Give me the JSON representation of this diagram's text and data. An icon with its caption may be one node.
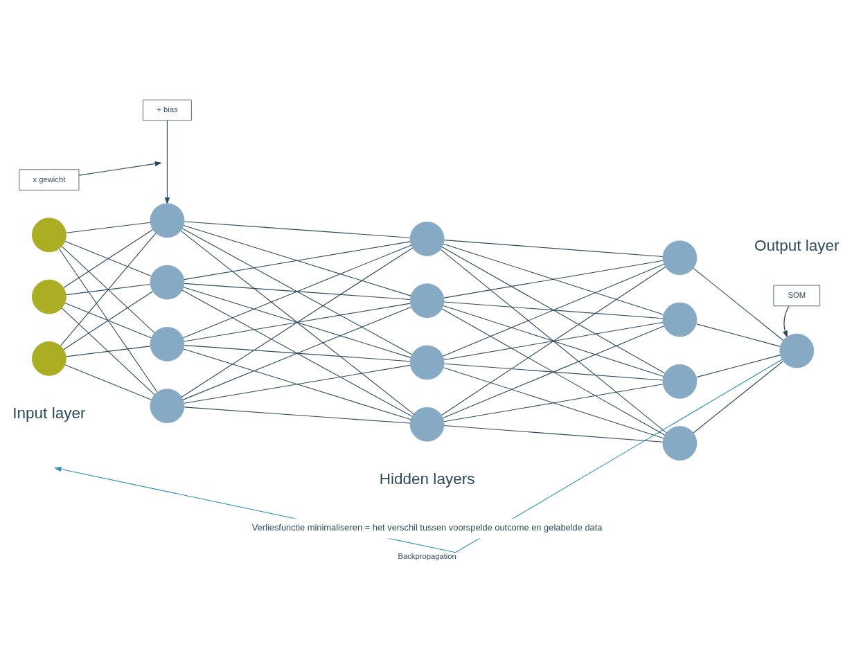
{
  "diagram": {
    "nodes": [
      {
        "text": [
          "x gewicht"
        ]
      },
      {
        "text": [
          "+ bias"
        ]
      },
      {
        "text": [
          "SOM"
        ]
      },
      {
        "text": [],
        "shape": "circle"
      },
      {
        "text": [],
        "shape": "circle"
      },
      {
        "text": [],
        "shape": "circle"
      },
      {
        "text": [],
        "shape": "circle"
      },
      {
        "text": [],
        "shape": "circle"
      },
      {
        "text": [],
        "shape": "circle"
      },
      {
        "text": [],
        "shape": "circle"
      },
      {
        "text": [],
        "shape": "circle"
      },
      {
        "text": [],
        "shape": "circle"
      },
      {
        "text": [],
        "shape": "circle"
      },
      {
        "text": [],
        "shape": "circle"
      },
      {
        "text": [],
        "shape": "circle"
      },
      {
        "text": [],
        "shape": "circle"
      },
      {
        "text": [],
        "shape": "circle"
      },
      {
        "text": [],
        "shape": "circle"
      },
      {
        "text": [],
        "shape": "circle"
      }
    ],
    "edges": [
      {
        "from": 0,
        "to": null,
        "arrow": "to"
      },
      {
        "from": 1,
        "to": 6,
        "arrow": "to"
      },
      {
        "from": 2,
        "to": 18,
        "arrow": "to"
      },
      {
        "from": 3,
        "to": 6,
        "arrow": "none"
      },
      {
        "from": 3,
        "to": 7,
        "arrow": "none"
      },
      {
        "from": 3,
        "to": 8,
        "arrow": "none"
      },
      {
        "from": 3,
        "to": 9,
        "arrow": "none"
      },
      {
        "from": 4,
        "to": 6,
        "arrow": "none"
      },
      {
        "from": 4,
        "to": 7,
        "arrow": "none"
      },
      {
        "from": 4,
        "to": 8,
        "arrow": "none"
      },
      {
        "from": 4,
        "to": 9,
        "arrow": "none"
      },
      {
        "from": 5,
        "to": 6,
        "arrow": "none"
      },
      {
        "from": 5,
        "to": 7,
        "arrow": "none"
      },
      {
        "from": 5,
        "to": 8,
        "arrow": "none"
      },
      {
        "from": 5,
        "to": 9,
        "arrow": "none"
      },
      {
        "from": 6,
        "to": 10,
        "arrow": "none"
      },
      {
        "from": 6,
        "to": 11,
        "arrow": "none"
      },
      {
        "from": 6,
        "to": 12,
        "arrow": "none"
      },
      {
        "from": 6,
        "to": 13,
        "arrow": "none"
      },
      {
        "from": 7,
        "to": 10,
        "arrow": "none"
      },
      {
        "from": 7,
        "to": 11,
        "arrow": "none"
      },
      {
        "from": 7,
        "to": 12,
        "arrow": "none"
      },
      {
        "from": 7,
        "to": 13,
        "arrow": "none"
      },
      {
        "from": 8,
        "to": 10,
        "arrow": "none"
      },
      {
        "from": 8,
        "to": 11,
        "arrow": "none"
      },
      {
        "from": 8,
        "to": 12,
        "arrow": "none"
      },
      {
        "from": 8,
        "to": 13,
        "arrow": "none"
      },
      {
        "from": 9,
        "to": 10,
        "arrow": "none"
      },
      {
        "from": 9,
        "to": 11,
        "arrow": "none"
      },
      {
        "from": 9,
        "to": 12,
        "arrow": "none"
      },
      {
        "from": 9,
        "to": 13,
        "arrow": "none"
      },
      {
        "from": 10,
        "to": 14,
        "arrow": "none"
      },
      {
        "from": 10,
        "to": 15,
        "arrow": "none"
      },
      {
        "from": 10,
        "to": 16,
        "arrow": "none"
      },
      {
        "from": 10,
        "to": 17,
        "arrow": "none"
      },
      {
        "from": 11,
        "to": 14,
        "arrow": "none"
      },
      {
        "from": 11,
        "to": 15,
        "arrow": "none"
      },
      {
        "from": 11,
        "to": 16,
        "arrow": "none"
      },
      {
        "from": 11,
        "to": 17,
        "arrow": "none"
      },
      {
        "from": 12,
        "to": 14,
        "arrow": "none"
      },
      {
        "from": 12,
        "to": 15,
        "arrow": "none"
      },
      {
        "from": 12,
        "to": 16,
        "arrow": "none"
      },
      {
        "from": 12,
        "to": 17,
        "arrow": "none"
      },
      {
        "from": 13,
        "to": 14,
        "arrow": "none"
      },
      {
        "from": 13,
        "to": 15,
        "arrow": "none"
      },
      {
        "from": 13,
        "to": 16,
        "arrow": "none"
      },
      {
        "from": 13,
        "to": 17,
        "arrow": "none"
      },
      {
        "from": 14,
        "to": 18,
        "arrow": "none"
      },
      {
        "from": 15,
        "to": 18,
        "arrow": "none"
      },
      {
        "from": 16,
        "to": 18,
        "arrow": "none"
      },
      {
        "from": 17,
        "to": 18,
        "arrow": "none"
      },
      {
        "from": 18,
        "to": null,
        "arrow": "to",
        "label": "Backpropagation",
        "color": "#2a8cb4"
      }
    ],
    "labels": [
      "Output layer",
      "Input layer",
      "Hidden layers",
      "Verliesfunctie minimaliseren = het verschil tussen voorspelde outcome en gelabelde data"
    ]
  }
}
